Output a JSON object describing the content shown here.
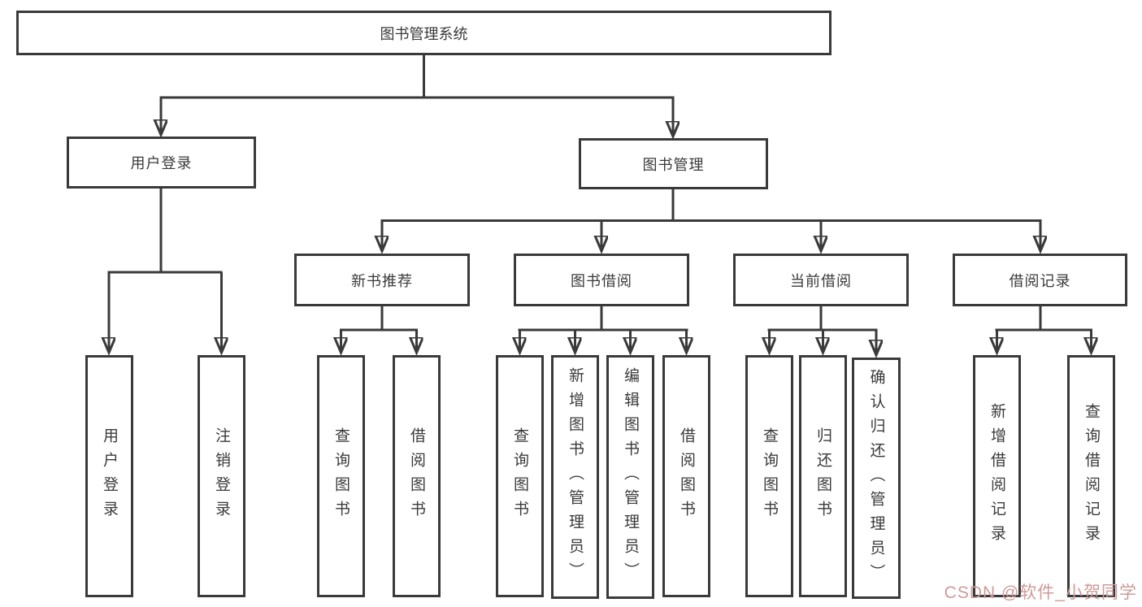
{
  "colors": {
    "line": "#3a3a3a",
    "text": "#3a3a3a",
    "box_background": "#ffffff",
    "watermark": "#cf9a9a"
  },
  "tree": {
    "root": {
      "label": "图书管理系统"
    },
    "branches": [
      {
        "id": "user-login",
        "label": "用户登录",
        "children": [
          {
            "label": "用户登录"
          },
          {
            "label": "注销登录"
          }
        ]
      },
      {
        "id": "book-management",
        "label": "图书管理",
        "children": [
          {
            "id": "new-book-recommend",
            "label": "新书推荐",
            "children": [
              {
                "label": "查询图书"
              },
              {
                "label": "借阅图书"
              }
            ]
          },
          {
            "id": "book-borrowing",
            "label": "图书借阅",
            "children": [
              {
                "label": "查询图书"
              },
              {
                "label": "新增图书（管理员）"
              },
              {
                "label": "编辑图书（管理员）"
              },
              {
                "label": "借阅图书"
              }
            ]
          },
          {
            "id": "current-borrowing",
            "label": "当前借阅",
            "children": [
              {
                "label": "查询图书"
              },
              {
                "label": "归还图书"
              },
              {
                "label": "确认归还（管理员）"
              }
            ]
          },
          {
            "id": "borrowing-records",
            "label": "借阅记录",
            "children": [
              {
                "label": "新增借阅记录"
              },
              {
                "label": "查询借阅记录"
              }
            ]
          }
        ]
      }
    ]
  },
  "watermark": {
    "text": "CSDN @软件_小贺同学"
  }
}
